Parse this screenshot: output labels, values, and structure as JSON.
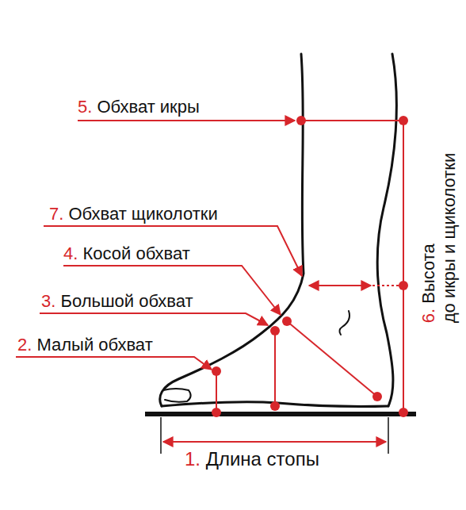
{
  "diagram": {
    "labels": [
      "5.",
      "Обхват икры",
      "7.",
      "Обхват щиколотки",
      "4.",
      "Косой обхват",
      "3.",
      "Большой обхват",
      "2.",
      "Малый обхват",
      "6.",
      "Высота",
      "до икры и щиколотки",
      "1.",
      "Длина стопы"
    ]
  }
}
